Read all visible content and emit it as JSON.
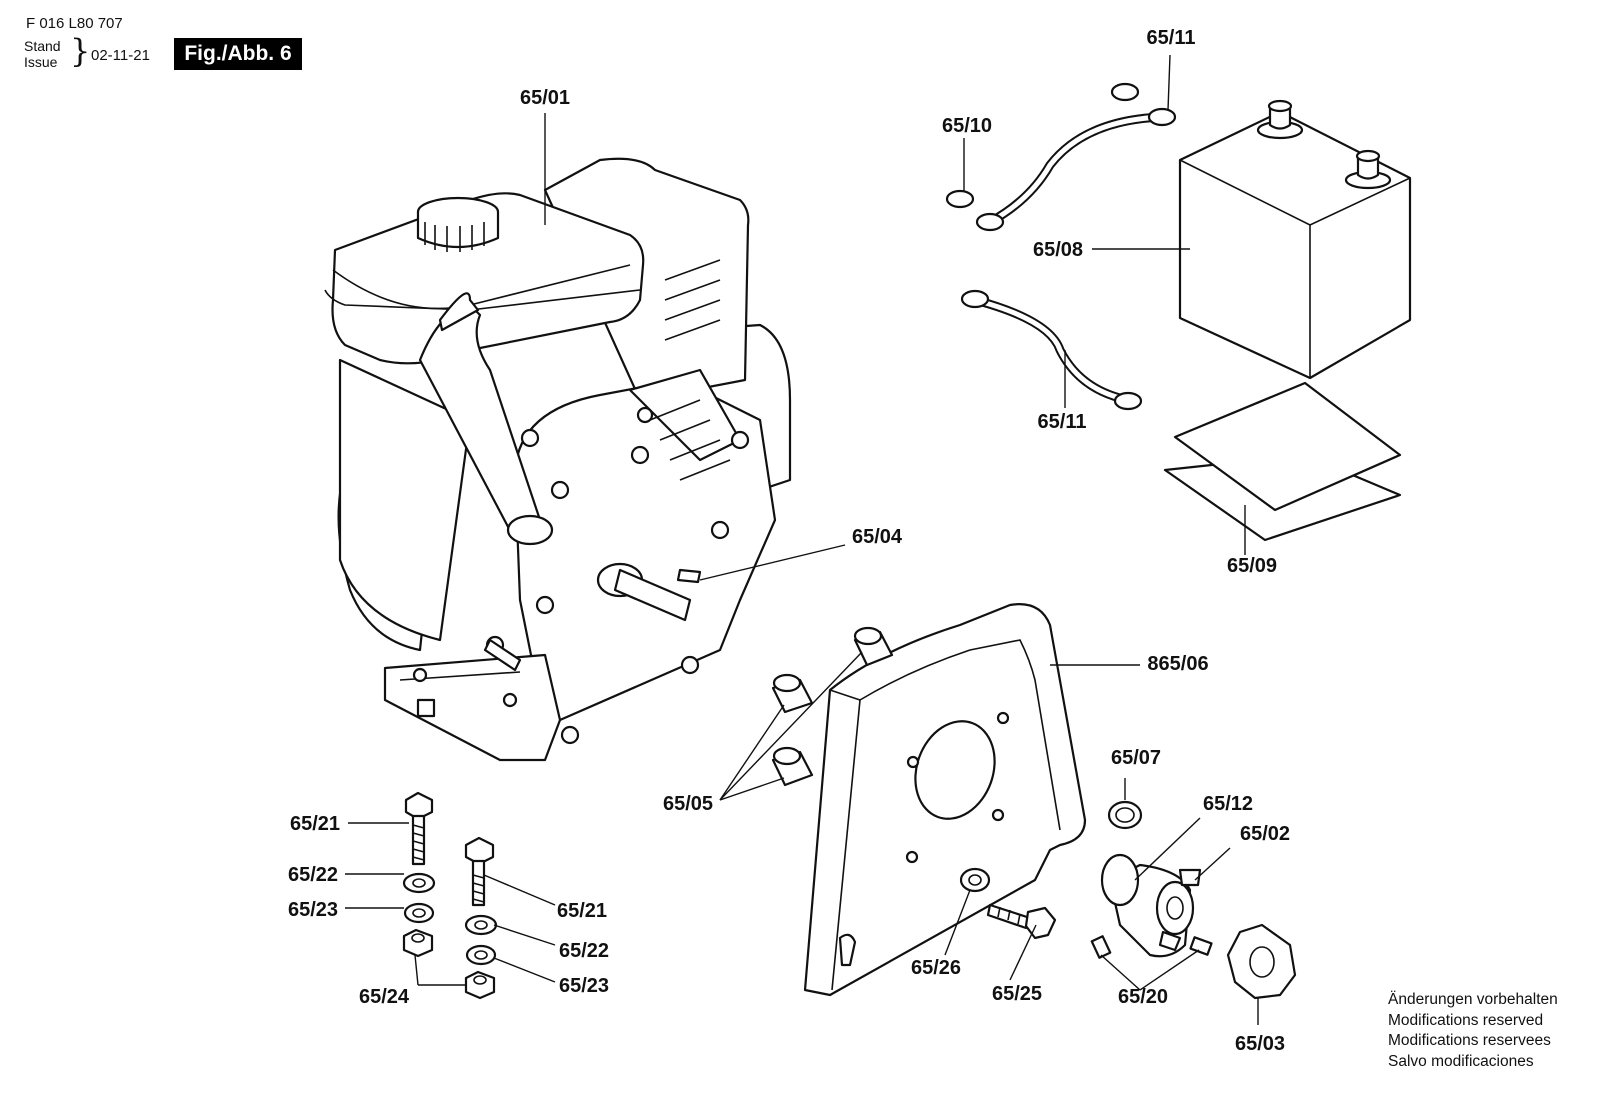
{
  "header": {
    "code": "F 016 L80 707",
    "stand": "Stand",
    "issue": "Issue",
    "date": "02-11-21",
    "figure": "Fig./Abb. 6"
  },
  "labels": {
    "l_65_01": "65/01",
    "l_65_11_top": "65/11",
    "l_65_10": "65/10",
    "l_65_08": "65/08",
    "l_65_11_mid": "65/11",
    "l_65_09": "65/09",
    "l_65_04": "65/04",
    "l_865_06": "865/06",
    "l_65_05": "65/05",
    "l_65_07": "65/07",
    "l_65_12": "65/12",
    "l_65_02": "65/02",
    "l_65_26": "65/26",
    "l_65_25": "65/25",
    "l_65_20": "65/20",
    "l_65_03": "65/03",
    "l_65_21_left": "65/21",
    "l_65_22_left": "65/22",
    "l_65_23_left": "65/23",
    "l_65_24": "65/24",
    "l_65_21_right": "65/21",
    "l_65_22_right": "65/22",
    "l_65_23_right": "65/23"
  },
  "notice": {
    "de": "Änderungen vorbehalten",
    "en": "Modifications reserved",
    "fr": "Modifications reservees",
    "es": "Salvo modificaciones"
  }
}
